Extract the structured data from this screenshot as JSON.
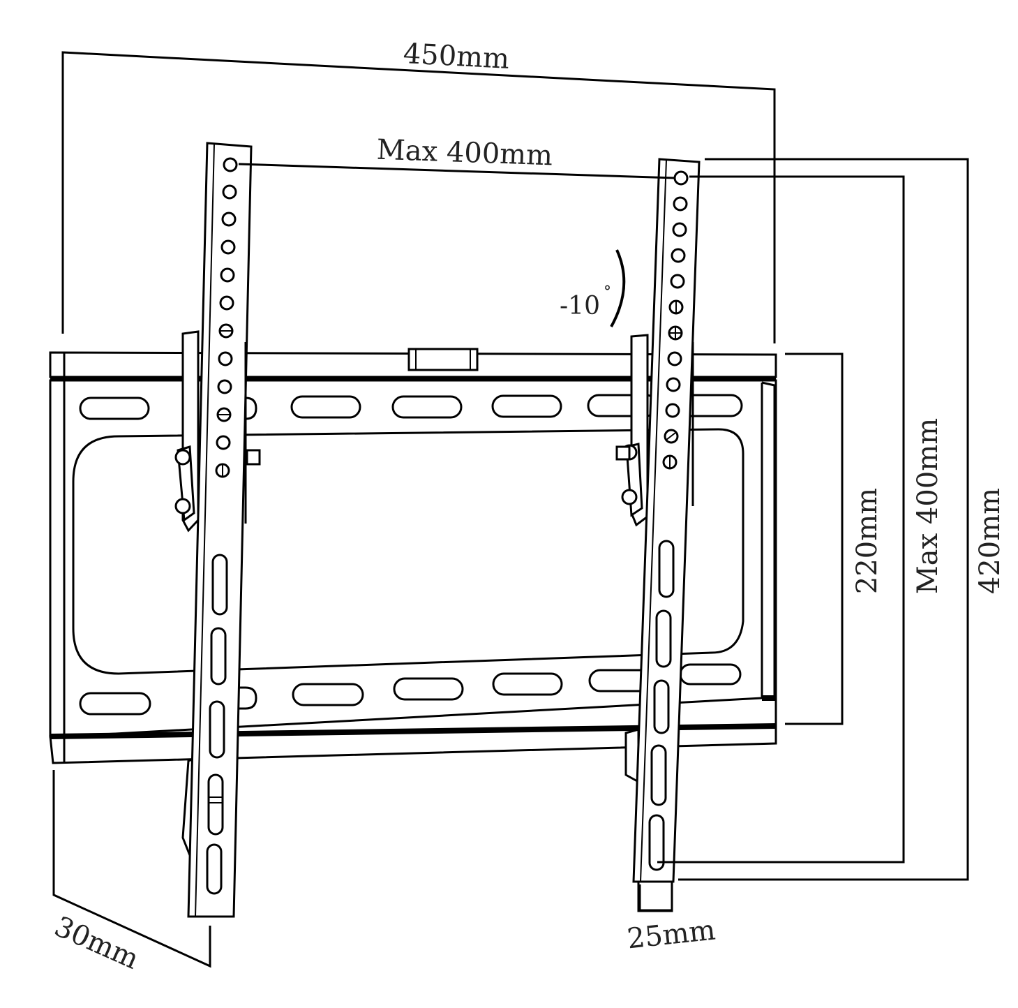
{
  "dimensions": {
    "overall_width": "450mm",
    "max_horizontal_hole_spacing": "Max 400mm",
    "tilt_angle": "-10",
    "tilt_degree_symbol": "°",
    "wall_plate_height": "220mm",
    "max_vertical_hole_spacing": "Max 400mm",
    "overall_height": "420mm",
    "wall_depth": "30mm",
    "arm_width": "25mm"
  }
}
